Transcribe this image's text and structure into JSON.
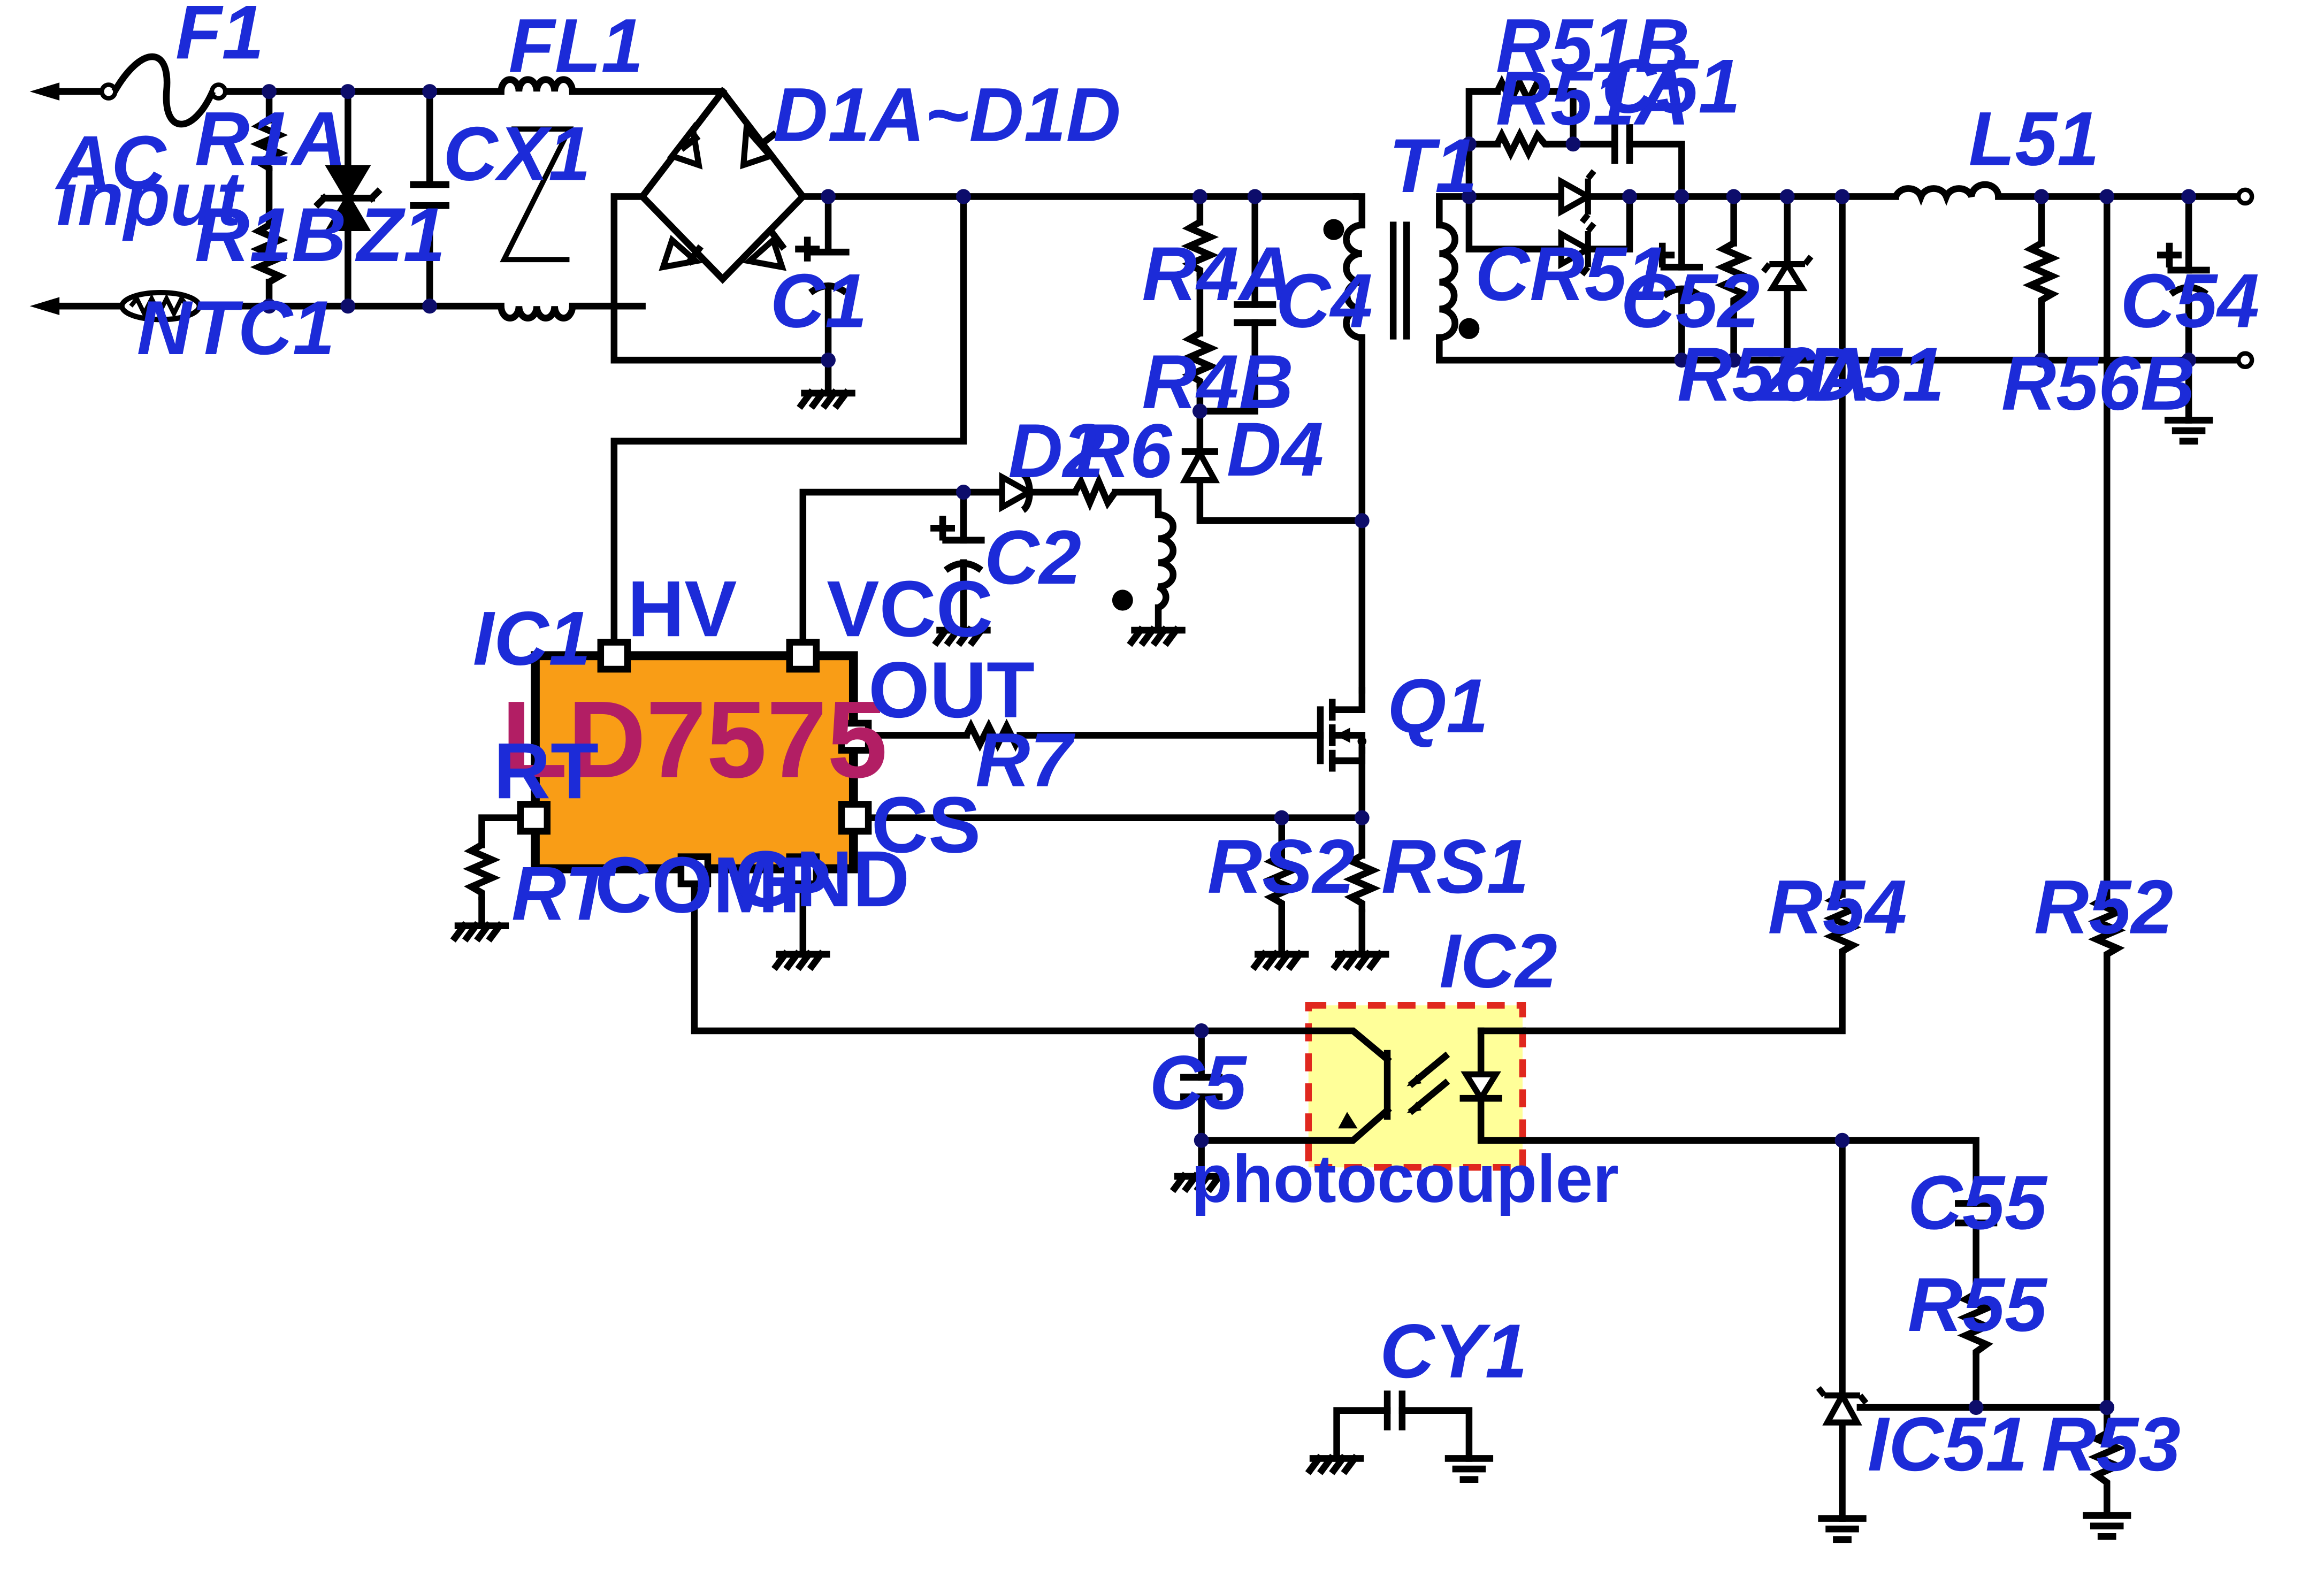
{
  "diagram": {
    "ic1_part": "LD7575",
    "photocoupler_caption": "photocoupler",
    "ac_input": [
      "AC",
      "input"
    ],
    "pins": {
      "hv": "HV",
      "vcc": "VCC",
      "out": "OUT",
      "rt": "RT",
      "cs": "CS",
      "comp": "COMP",
      "gnd": "GND"
    },
    "refs": {
      "F1": "F1",
      "FL1": "FL1",
      "R1A": "R1A",
      "R1B": "R1B",
      "Z1": "Z1",
      "CX1": "CX1",
      "NTC1": "NTC1",
      "D1": "D1A~D1D",
      "C1": "C1",
      "IC1": "IC1",
      "RT": "RT",
      "C2": "C2",
      "D2": "D2",
      "R6": "R6",
      "R7": "R7",
      "R4A": "R4A",
      "R4B": "R4B",
      "C4": "C4",
      "D4": "D4",
      "Q1": "Q1",
      "RS1": "RS1",
      "RS2": "RS2",
      "C5": "C5",
      "IC2": "IC2",
      "CY1": "CY1",
      "T1": "T1",
      "R51B": "R51B",
      "R51A": "R51A",
      "C51": "C51",
      "CR51": "CR51",
      "C52": "C52",
      "R56A": "R56A",
      "ZD51": "ZD51",
      "L51": "L51",
      "R56B": "R56B",
      "C54": "C54",
      "R54": "R54",
      "R52": "R52",
      "C55": "C55",
      "R55": "R55",
      "IC51": "IC51",
      "R53": "R53"
    }
  }
}
